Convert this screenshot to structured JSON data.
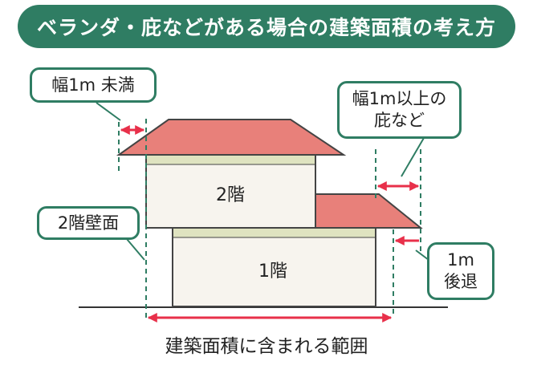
{
  "title": "ベランダ・庇などがある場合の建築面積の考え方",
  "callouts": {
    "width_under_1m": "幅1m 未満",
    "width_1m_over_line1": "幅1m以上の",
    "width_1m_over_line2": "庇など",
    "second_floor_wall": "2階壁面",
    "setback_line1": "1m",
    "setback_line2": "後退"
  },
  "floors": {
    "second": "2階",
    "first": "1階"
  },
  "caption": "建築面積に含まれる範囲",
  "colors": {
    "banner": "#2f7d63",
    "roof": "#e8807a",
    "wall": "#f7f4ee",
    "wall_band": "#dfe3c0",
    "arrow": "#e8304a",
    "guide": "#2f7d63"
  }
}
